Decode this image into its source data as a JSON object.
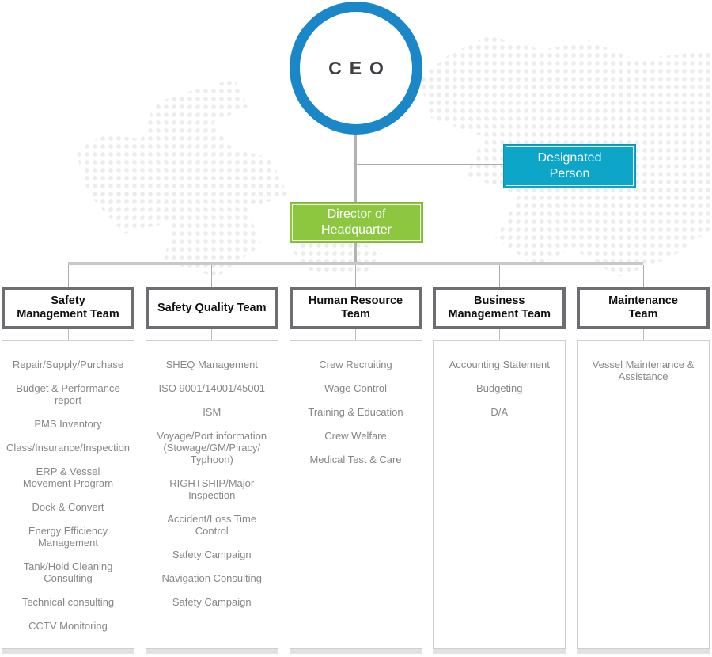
{
  "colors": {
    "ceo_ring": "#1a87c8",
    "designated_fill": "#0da6c9",
    "designated_border": "#0b93b2",
    "director_fill": "#8dc63f",
    "director_border": "#7eb636",
    "header_border": "#6d6e71",
    "list_text": "#85878a",
    "dots": "#ececec"
  },
  "ceo": {
    "label": "CEO"
  },
  "designated_person": {
    "label": "Designated\nPerson"
  },
  "director": {
    "label": "Director of\nHeadquarter"
  },
  "teams": [
    {
      "name": "Safety\nManagement Team",
      "items": [
        "Repair/Supply/Purchase",
        "Budget & Performance\nreport",
        "PMS Inventory",
        "Class/Insurance/Inspection",
        "ERP & Vessel\nMovement Program",
        "Dock & Convert",
        "Energy Efficiency\nManagement",
        "Tank/Hold Cleaning\nConsulting",
        "Technical consulting",
        "CCTV Monitoring"
      ]
    },
    {
      "name": "Safety Quality Team",
      "items": [
        "SHEQ Management",
        "ISO 9001/14001/45001",
        "ISM",
        "Voyage/Port information\n(Stowage/GM/Piracy/\nTyphoon)",
        "RIGHTSHIP/Major\nInspection",
        "Accident/Loss Time\nControl",
        "Safety Campaign",
        "Navigation Consulting",
        "Safety Campaign"
      ]
    },
    {
      "name": "Human Resource\nTeam",
      "items": [
        "Crew Recruiting",
        "Wage Control",
        "Training & Education",
        "Crew Welfare",
        "Medical Test & Care"
      ]
    },
    {
      "name": "Business\nManagement Team",
      "items": [
        "Accounting Statement",
        "Budgeting",
        "D/A"
      ]
    },
    {
      "name": "Maintenance\nTeam",
      "items": [
        "Vessel Maintenance &\nAssistance"
      ]
    }
  ]
}
